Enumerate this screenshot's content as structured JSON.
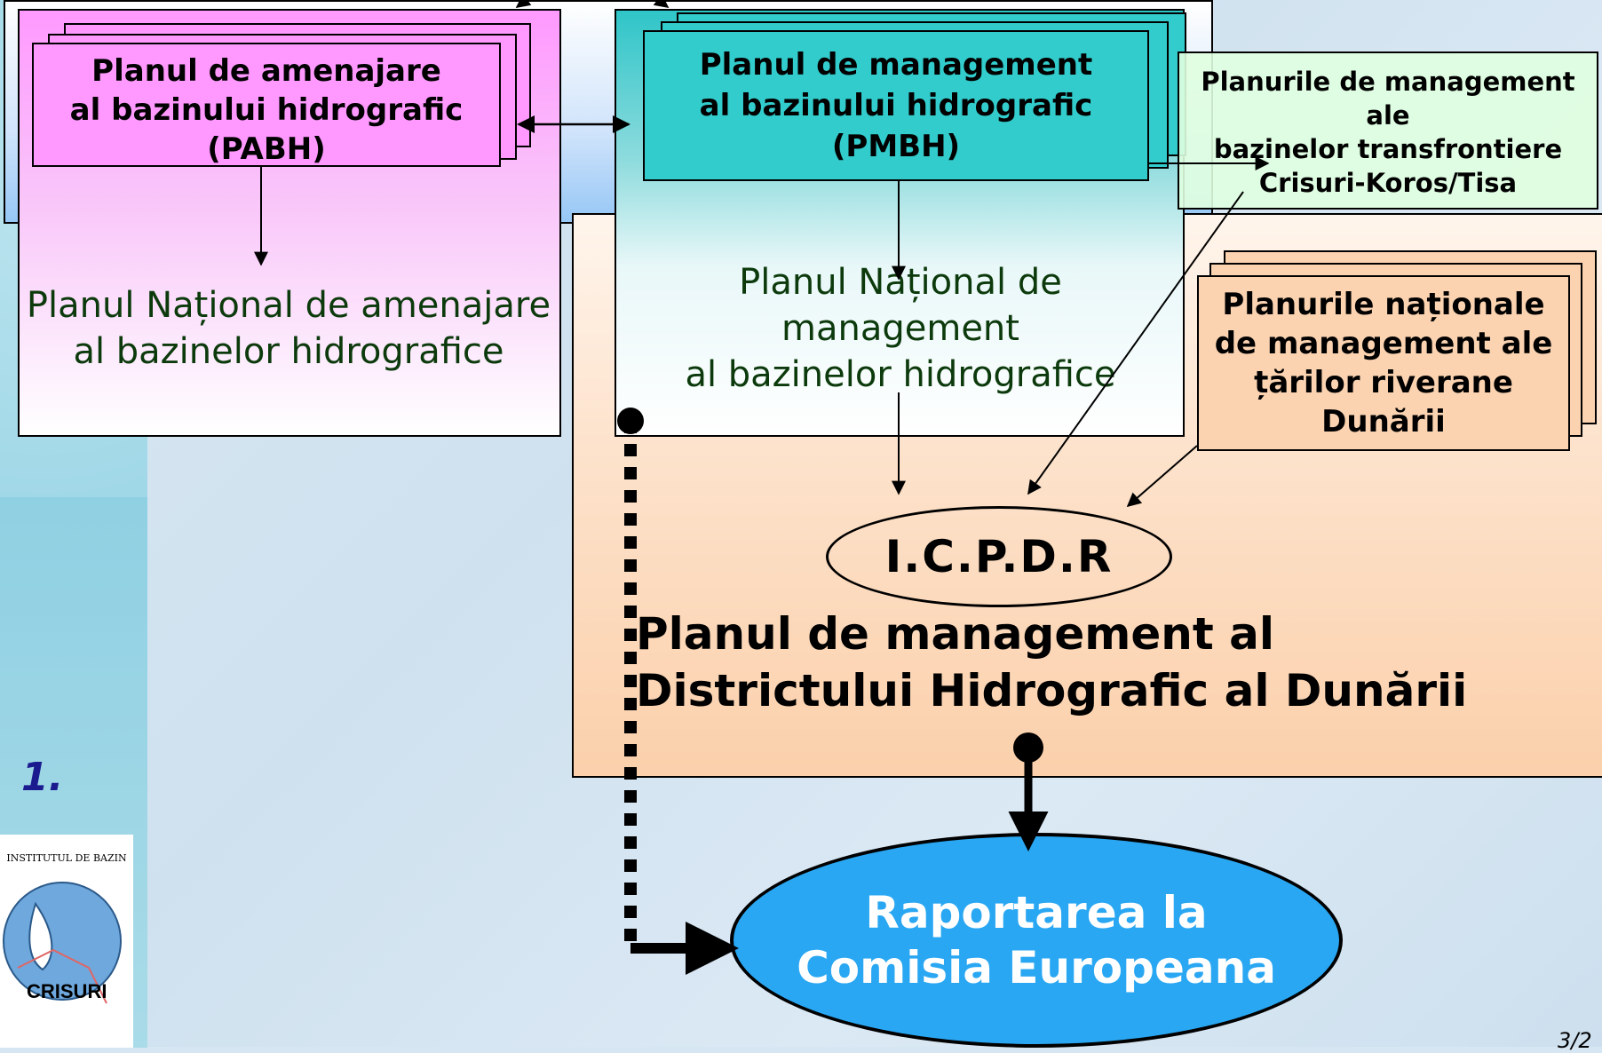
{
  "diagram": {
    "pabh_card": "Planul de amenajare\nal bazinului hidrografic\n(PABH)",
    "pmbh_card": "Planul de management\nal bazinului hidrografic\n(PMBH)",
    "transfrontier_card": "Planurile de management ale\nbazinelor transfrontiere\nCrisuri-Koros/Tisa",
    "national_amenajare": "Planul Național de amenajare\nal bazinelor hidrografice",
    "national_management": "Planul Național de management\nal bazinelor hidrografice",
    "riparian_card": "Planurile naționale\nde management ale\nțărilor riverane\nDunării",
    "icpdr": "I.C.P.D.R",
    "danube_plan": "Planul de management al\nDistrictului Hidrografic al Dunării",
    "ec_report": "Raportarea la\nComisia Europeana"
  },
  "slide": {
    "number_marker": "1.",
    "page_number": "3/2",
    "logo_text_top": "INSTITUTUL DE BAZIN",
    "logo_text_bottom": "CRISURI"
  },
  "colors": {
    "pink": "#ff99ff",
    "teal": "#33cccc",
    "peach": "#fbd3b1",
    "green": "#e0ffe0",
    "ec_blue": "#2aa7f2"
  }
}
